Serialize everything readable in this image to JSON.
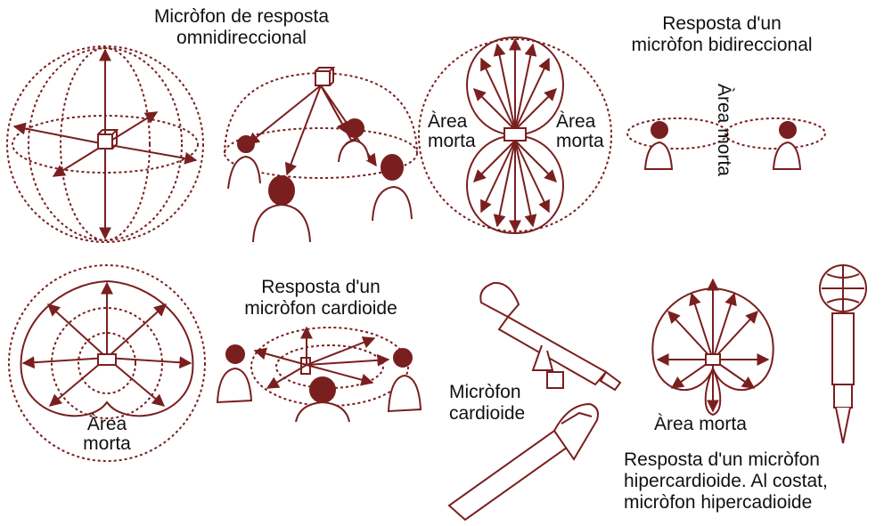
{
  "colors": {
    "ink": "#7a1f1f",
    "text": "#111111",
    "background": "#ffffff"
  },
  "labels": {
    "omni_title_1": "Micròfon de resposta",
    "omni_title_2": "omnidireccional",
    "bidi_title_1": "Resposta d'un",
    "bidi_title_2": "micròfon bidireccional",
    "bidi_dead_left_1": "Àrea",
    "bidi_dead_left_2": "morta",
    "bidi_dead_right_1": "Àrea",
    "bidi_dead_right_2": "morta",
    "bidi_dead_vertical": "Àrea morta",
    "cardioid_title_1": "Resposta d'un",
    "cardioid_title_2": "micròfon cardioide",
    "cardioid_dead_1": "Àrea",
    "cardioid_dead_2": "morta",
    "cardioid_mic_1": "Micròfon",
    "cardioid_mic_2": "cardioide",
    "hyper_dead": "Àrea morta",
    "hyper_caption_1": "Resposta d'un micròfon",
    "hyper_caption_2": "hipercardioide. Al costat,",
    "hyper_caption_3": "micròfon hipercadioide"
  }
}
